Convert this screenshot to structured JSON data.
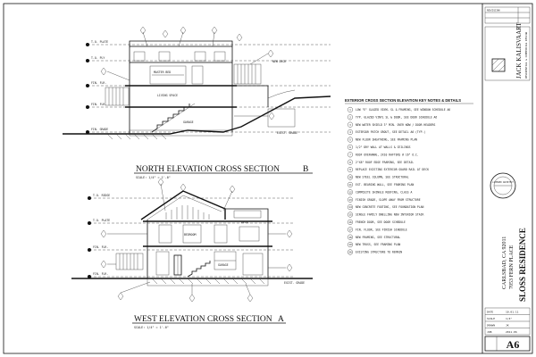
{
  "drawing": {
    "north_title": "NORTH ELEVATION CROSS SECTION",
    "north_marker": "B",
    "north_scale": "SCALE: 1/4\" = 1'-0\"",
    "west_title": "WEST ELEVATION CROSS SECTION",
    "west_marker": "A",
    "west_scale": "SCALE: 1/4\" = 1'-0\""
  },
  "notes": {
    "title": "EXTERIOR CROSS SECTION ELEVATION KEY NOTES & DETAILS",
    "items": [
      {
        "n": "1",
        "text": "LOW \"E\" GLAZED VINYL SL & FRAMING, SEE WINDOW SCHEDULE A6"
      },
      {
        "n": "2",
        "text": "TYP. GLAZED VINYL SL & DOOR, SEE DOOR SCHEDULE A6"
      },
      {
        "n": "3",
        "text": "NEW WATER SHIELD 3\" MIN. OVER WDW / DOOR HEADERS"
      },
      {
        "n": "4",
        "text": "EXTERIOR PATCH GROUT, SEE DETAIL A6 (TYP.)"
      },
      {
        "n": "5",
        "text": "NEW FLOOR SHEATHING, SEE FRAMING PLAN"
      },
      {
        "n": "6",
        "text": "1/2\" DRY WALL AT WALLS & CEILINGS"
      },
      {
        "n": "7",
        "text": "ROOF OVERHANG, 2X10 RAFTERS @ 16\" O.C."
      },
      {
        "n": "8",
        "text": "2\"X8\" ROOF EDGE FRAMING, SEE DETAIL"
      },
      {
        "n": "9",
        "text": "REPLACE EXISTING EXTERIOR GUARD RAIL AT DECK"
      },
      {
        "n": "10",
        "text": "NEW STEEL COLUMN, SEE STRUCTURAL"
      },
      {
        "n": "11",
        "text": "EXT. BEARING WALL, SEE FRAMING PLAN"
      },
      {
        "n": "12",
        "text": "COMPOSITE SHINGLE ROOFING, CLASS A"
      },
      {
        "n": "13",
        "text": "FINISH GRADE, SLOPE AWAY FROM STRUCTURE"
      },
      {
        "n": "14",
        "text": "NEW CONCRETE FOOTING, SEE FOUNDATION PLAN"
      },
      {
        "n": "15",
        "text": "SINGLE FAMILY DWELLING NEW INTERIOR STAIR"
      },
      {
        "n": "16",
        "text": "FRENCH DOOR, SEE DOOR SCHEDULE"
      },
      {
        "n": "17",
        "text": "FIN. FLOOR, SEE FINISH SCHEDULE"
      },
      {
        "n": "18",
        "text": "NEW FRAMING, SEE STRUCTURAL"
      },
      {
        "n": "19",
        "text": "NEW TRUSS, SEE FRAMING PLAN"
      },
      {
        "n": "20",
        "text": "EXISTING STRUCTURE TO REMAIN"
      }
    ]
  },
  "title_block": {
    "architect": "JACK KALISVAART",
    "firm_line": "RESIDENTIAL & COMMERCIAL DESIGN",
    "project": "SLOSS RESIDENCE",
    "address1": "7053 FERN PLACE",
    "address2": "CARLSBAD, CA 92011",
    "sheet": "A6",
    "stamp": "LICENSED ARCHITECT",
    "revisions_label": "REVISION",
    "rows": [
      {
        "label": "DATE",
        "value": "10.01.11"
      },
      {
        "label": "SCALE",
        "value": "1/4\""
      },
      {
        "label": "DRAWN",
        "value": "JK"
      },
      {
        "label": "JOB",
        "value": "2011-06"
      }
    ]
  }
}
